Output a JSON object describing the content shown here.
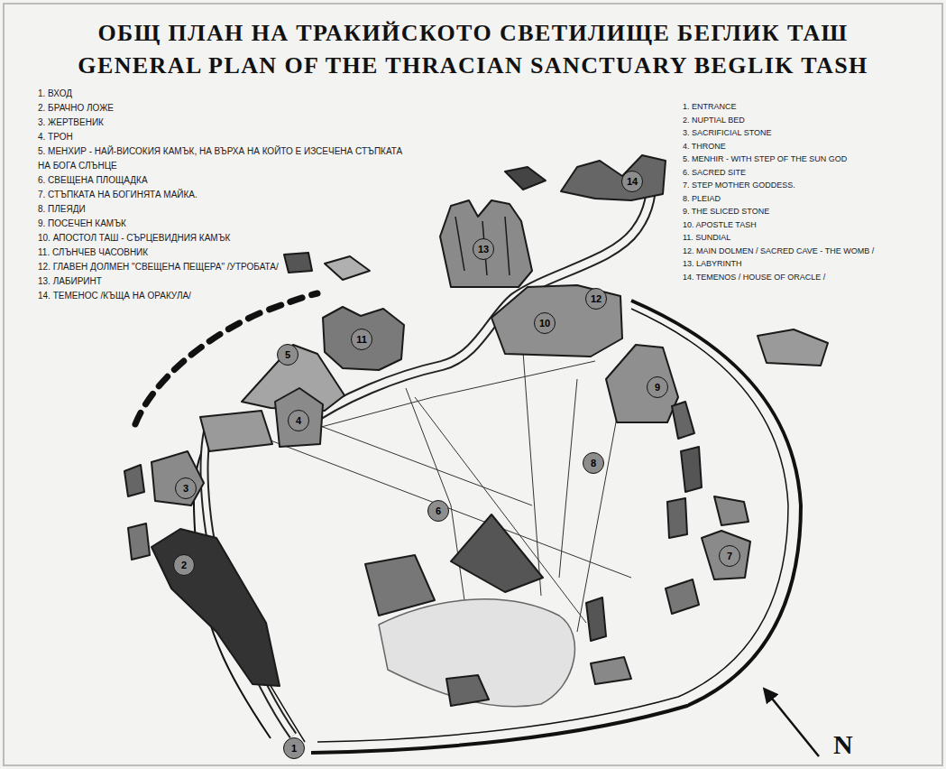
{
  "diagram": {
    "title": "ОБЩ ПЛАН НА ТРАКИЙСКОТО СВЕТИЛИЩЕ БЕГЛИК ТАШ",
    "nodes": [
      {
        "text": [
          "1"
        ]
      },
      {
        "text": [
          "2"
        ]
      },
      {
        "text": [
          "3"
        ]
      },
      {
        "text": [
          "4"
        ]
      },
      {
        "text": [
          "5"
        ]
      },
      {
        "text": [
          "6"
        ]
      },
      {
        "text": [
          "7"
        ]
      },
      {
        "text": [
          "8"
        ]
      },
      {
        "text": [
          "9"
        ]
      },
      {
        "text": [
          "10"
        ]
      },
      {
        "text": [
          "11"
        ]
      },
      {
        "text": [
          "12"
        ]
      },
      {
        "text": [
          "13"
        ]
      },
      {
        "text": [
          "14"
        ]
      }
    ],
    "labels": [
      "GENERAL PLAN OF THE THRACIAN SANCTUARY BEGLIK TASH",
      "1. ВХОД",
      "2. БРАЧНО ЛОЖЕ",
      "3. ЖЕРТВЕНИК",
      "4. ТРОН",
      "5. МЕНХИР - НАЙ-ВИСОКИЯ КАМЪК, НА ВЪРХА НА КОЙТО Е ИЗСЕЧЕНА СТЪПКАТА НА БОГА СЛЪНЦЕ",
      "6. СВЕЩЕНА ПЛОЩАДКА",
      "7. СТЪПКАТА НА БОГИНЯТА МАЙКА.",
      "8. ПЛЕЯДИ",
      "9. ПОСЕЧЕН КАМЪК",
      "10. АПОСТОЛ ТАШ - СЪРЦЕВИДНИЯ КАМЪК",
      "11. СЛЪНЧЕВ ЧАСОВНИК",
      "12. ГЛАВЕН ДОЛМЕН \"СВЕЩЕНА ПЕЩЕРА\" /УТРОБАТА/",
      "13. ЛАБИРИНТ",
      "14. ТЕМЕНОС /КЪЩА НА ОРАКУЛА/",
      "1. ENTRANCE",
      "2. NUPTIAL BED",
      "3. SACRIFICIAL STONE",
      "4. THRONE",
      "5. MENHIR - WITH STEP OF THE SUN GOD",
      "6. SACRED SITE",
      "7. STEP MOTHER GODDESS.",
      "8. PLEIAD",
      "9. THE SLICED STONE",
      "10. APOSTLE TASH",
      "11. SUNDIAL",
      "12. MAIN DOLMEN / SACRED CAVE - THE WOMB /",
      "13. LABYRINTH",
      "14. TEMENOS / HOUSE OF ORACLE /",
      "N"
    ]
  }
}
